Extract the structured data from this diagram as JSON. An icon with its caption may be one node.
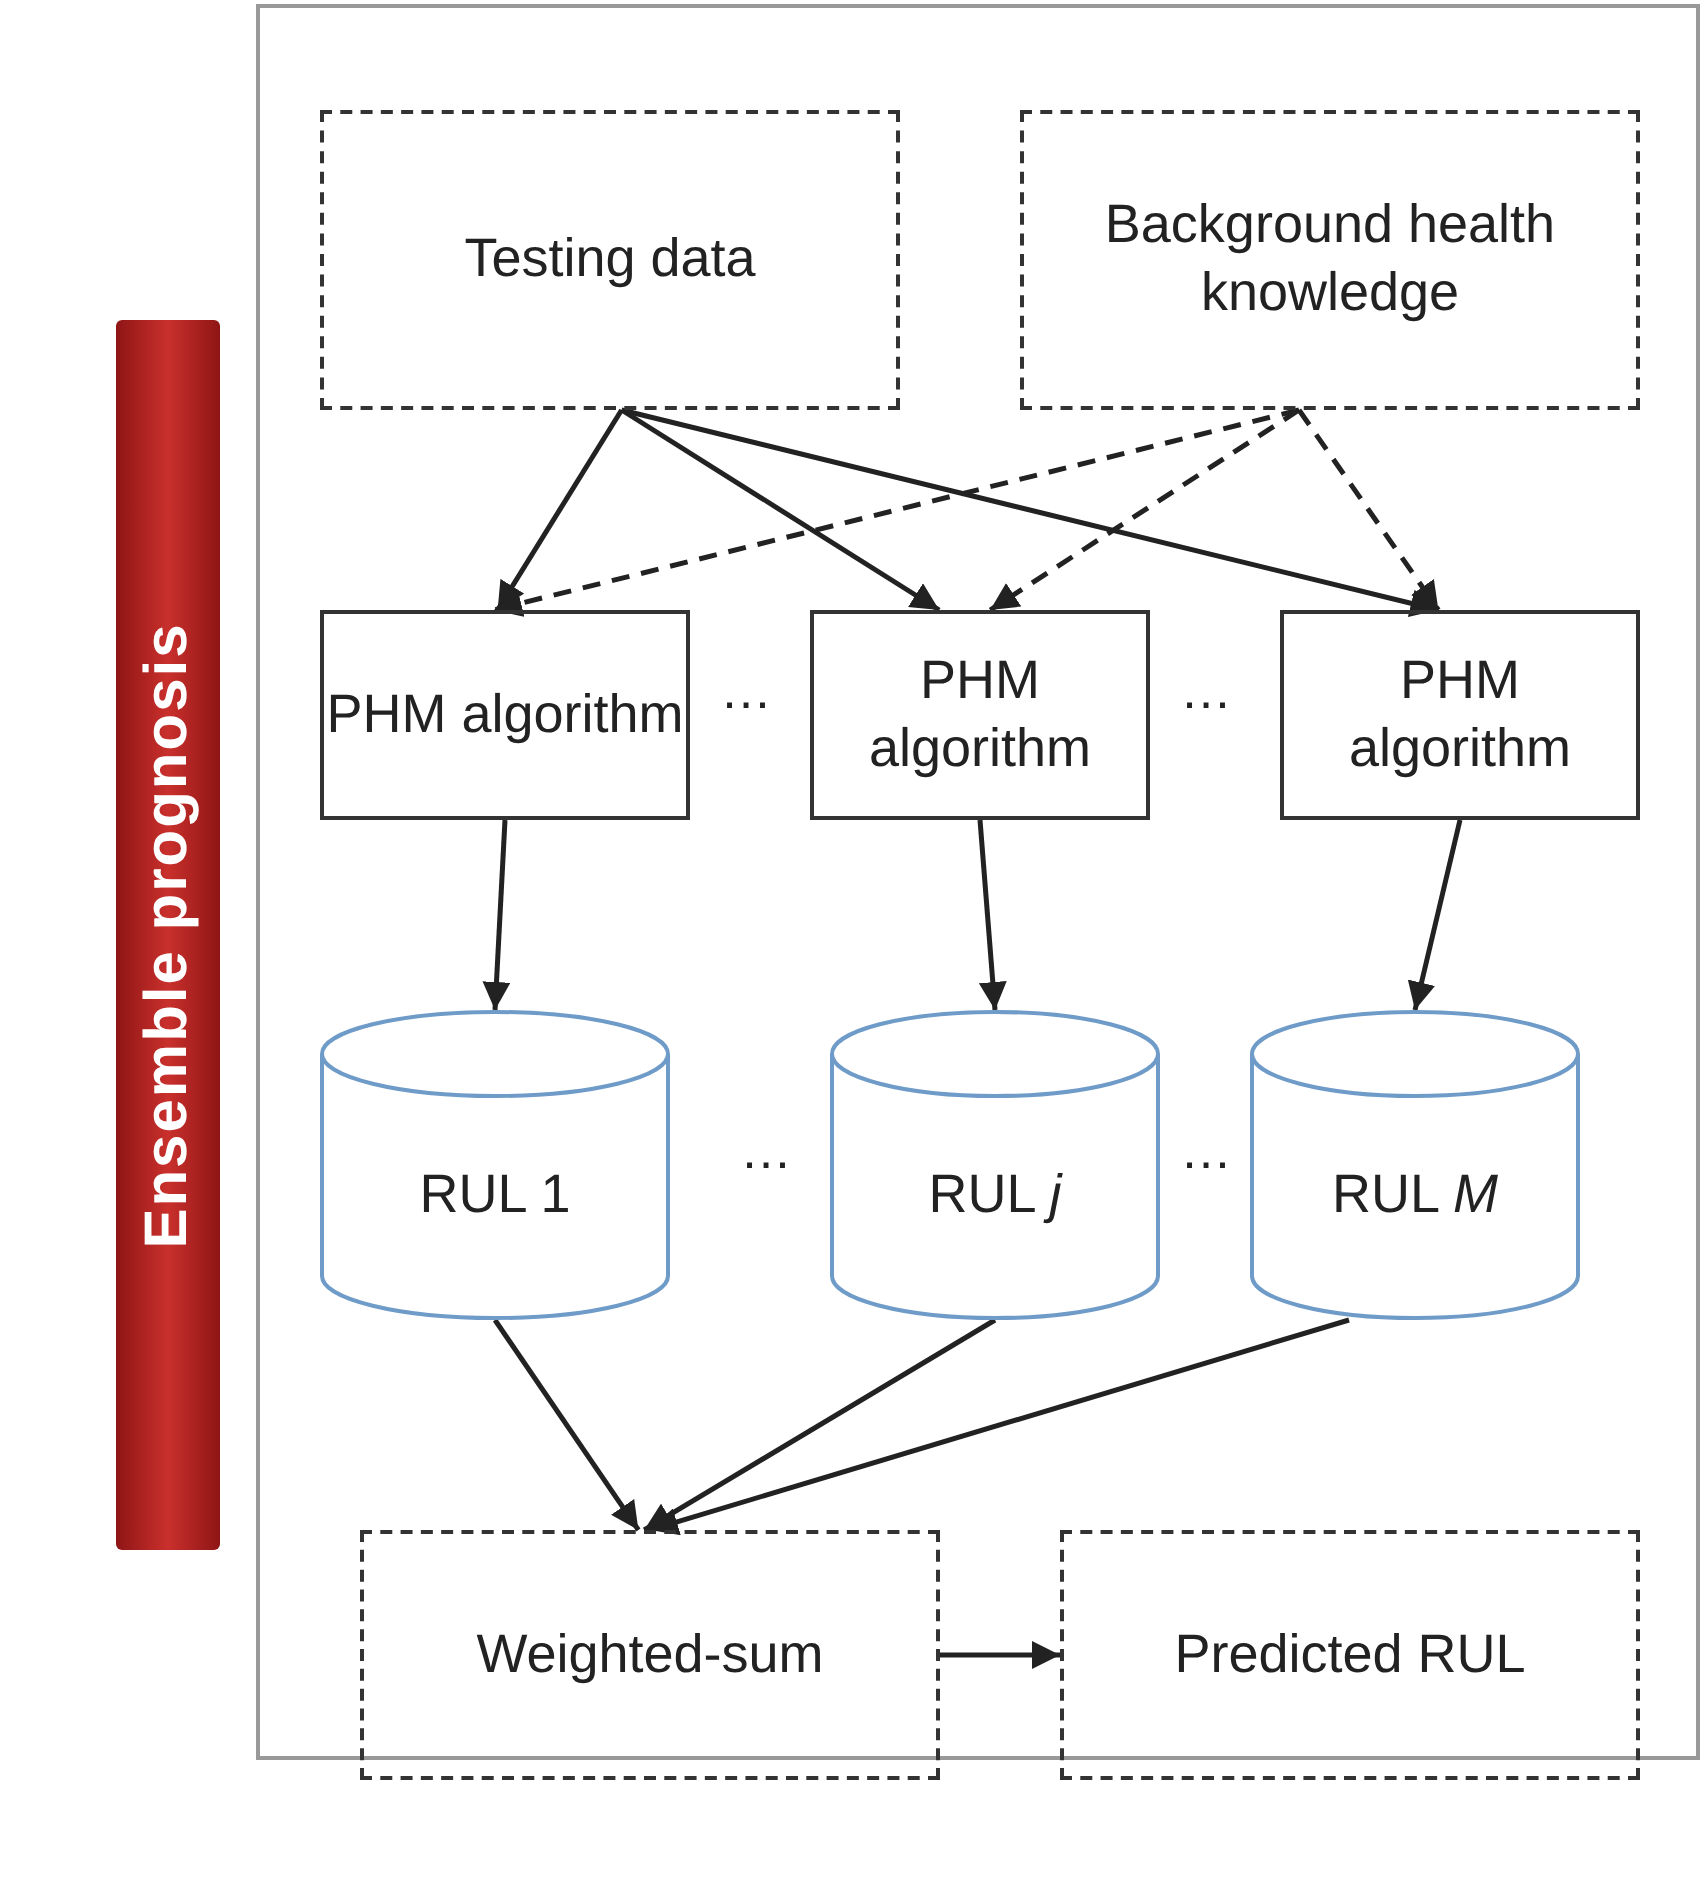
{
  "diagram": {
    "nodes": [
      {
        "text": [
          "Ensemble prognosis"
        ]
      },
      {
        "text": [
          "Testing data"
        ]
      },
      {
        "text": [
          "Background health knowledge"
        ]
      },
      {
        "text": [
          "PHM algorithm"
        ]
      },
      {
        "text": [
          "PHM algorithm"
        ]
      },
      {
        "text": [
          "PHM algorithm"
        ]
      },
      {
        "text": [
          "RUL 1"
        ]
      },
      {
        "text": [
          "RUL *j*"
        ]
      },
      {
        "text": [
          "RUL *M*"
        ]
      },
      {
        "text": [
          "Weighted-sum"
        ]
      },
      {
        "text": [
          "Predicted RUL"
        ]
      }
    ],
    "edges": [
      {
        "from": 1,
        "to": 3,
        "arrow": "to"
      },
      {
        "from": 1,
        "to": 4,
        "arrow": "to"
      },
      {
        "from": 1,
        "to": 5,
        "arrow": "to"
      },
      {
        "from": 2,
        "to": 3,
        "arrow": "to",
        "style": "dashed"
      },
      {
        "from": 2,
        "to": 4,
        "arrow": "to",
        "style": "dashed"
      },
      {
        "from": 2,
        "to": 5,
        "arrow": "to",
        "style": "dashed"
      },
      {
        "from": 3,
        "to": 6,
        "arrow": "to"
      },
      {
        "from": 4,
        "to": 7,
        "arrow": "to"
      },
      {
        "from": 5,
        "to": 8,
        "arrow": "to"
      },
      {
        "from": 6,
        "to": 9,
        "arrow": "to"
      },
      {
        "from": 7,
        "to": 9,
        "arrow": "to"
      },
      {
        "from": 8,
        "to": 9,
        "arrow": "to"
      },
      {
        "from": 9,
        "to": 10,
        "arrow": "to"
      }
    ],
    "labels": [
      "…",
      "…",
      "…",
      "…"
    ]
  }
}
